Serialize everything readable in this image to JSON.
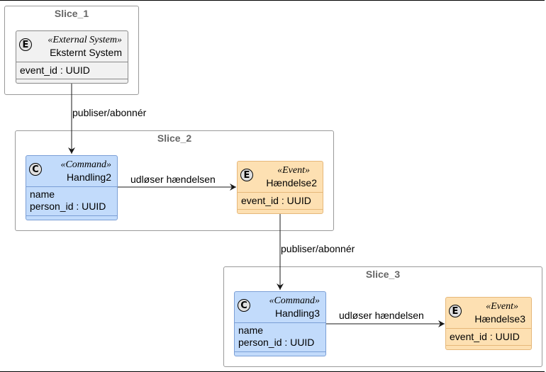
{
  "packages": [
    {
      "id": "slice1",
      "title": "Slice_1"
    },
    {
      "id": "slice2",
      "title": "Slice_2"
    },
    {
      "id": "slice3",
      "title": "Slice_3"
    }
  ],
  "classes": {
    "eksternt_system": {
      "badge": "E",
      "stereotype": "«External System»",
      "name": "Eksternt System",
      "fields": [
        "event_id : UUID"
      ]
    },
    "handling2": {
      "badge": "C",
      "stereotype": "«Command»",
      "name": "Handling2",
      "fields": [
        "name",
        "person_id : UUID"
      ]
    },
    "haendelse2": {
      "badge": "E",
      "stereotype": "«Event»",
      "name": "Hændelse2",
      "fields": [
        "event_id : UUID"
      ]
    },
    "handling3": {
      "badge": "C",
      "stereotype": "«Command»",
      "name": "Handling3",
      "fields": [
        "name",
        "person_id : UUID"
      ]
    },
    "haendelse3": {
      "badge": "E",
      "stereotype": "«Event»",
      "name": "Hændelse3",
      "fields": [
        "event_id : UUID"
      ]
    }
  },
  "relations": [
    {
      "from": "eksternt_system",
      "to": "handling2",
      "label": "publiser/abonnér"
    },
    {
      "from": "handling2",
      "to": "haendelse2",
      "label": "udløser hændelsen"
    },
    {
      "from": "haendelse2",
      "to": "handling3",
      "label": "publiser/abonnér"
    },
    {
      "from": "handling3",
      "to": "haendelse3",
      "label": "udløser hændelsen"
    }
  ],
  "colors": {
    "external_fill": "#f1f1f1",
    "command_fill": "#c2dbfb",
    "event_fill": "#fde0b2",
    "package_border": "#9a9a9a"
  }
}
